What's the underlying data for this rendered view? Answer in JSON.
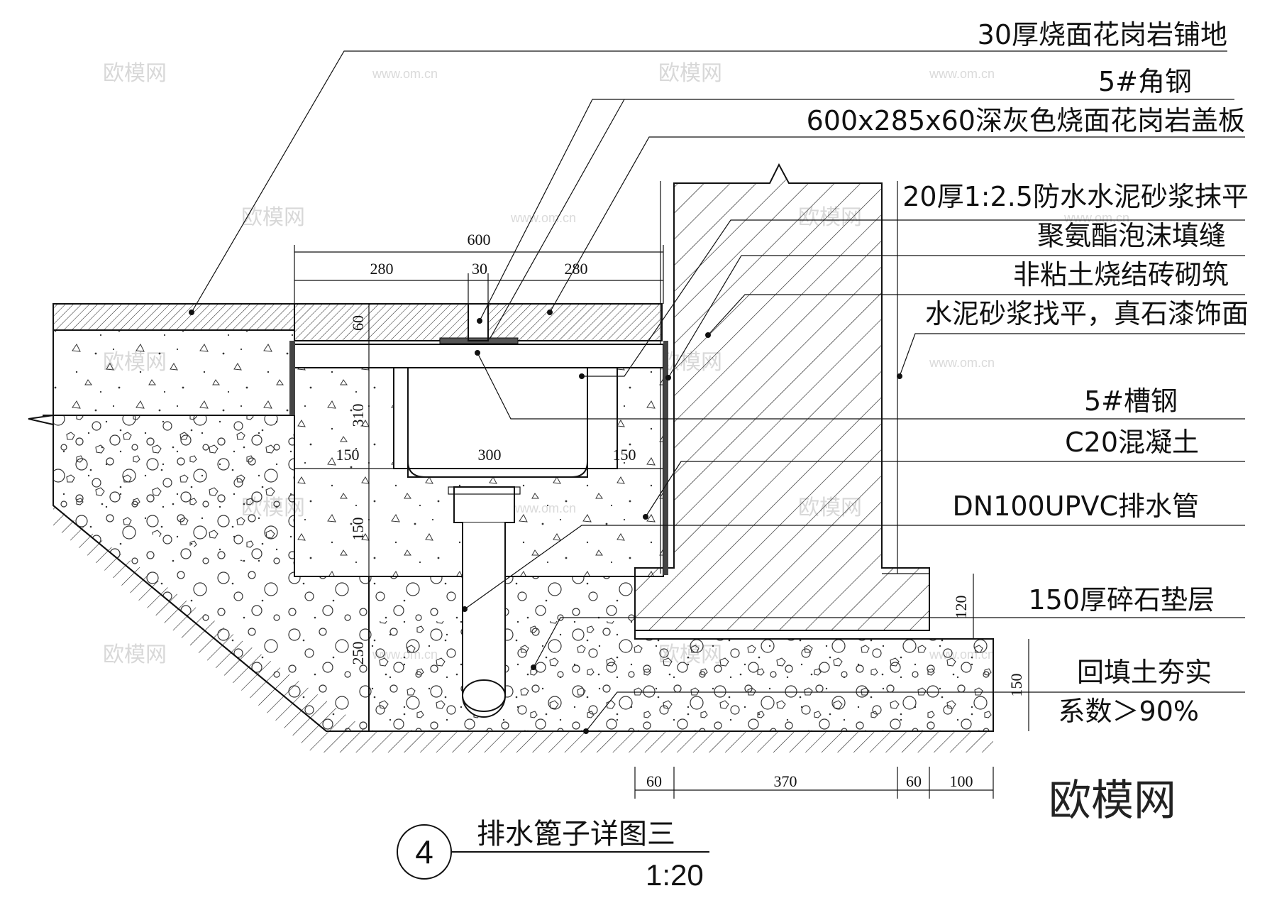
{
  "drawing": {
    "title": "排水篦子详图三",
    "scale": "1:20",
    "number": "4",
    "brand": "欧模网",
    "watermark_cn": "欧模网",
    "watermark_url": "www.om.cn"
  },
  "labels": [
    "30厚烧面花岗岩铺地",
    "5#角钢",
    "600x285x60深灰色烧面花岗岩盖板",
    "20厚1:2.5防水水泥砂浆抹平",
    "聚氨酯泡沫填缝",
    "非粘土烧结砖砌筑",
    "水泥砂浆找平，真石漆饰面",
    "5#槽钢",
    "C20混凝土",
    "DN100UPVC排水管",
    "150厚碎石垫层",
    "回填土夯实",
    "系数＞90%"
  ],
  "dimensions": {
    "top_total": "600",
    "top_left": "280",
    "top_mid": "30",
    "top_right": "280",
    "cover_thk": "60",
    "trench_depth": "310",
    "mid_left": "150",
    "mid_center": "300",
    "mid_right": "150",
    "base_thk": "150",
    "gravel_thk": "250",
    "wall_step": "120",
    "fill_thk": "150",
    "bot_a": "60",
    "bot_b": "370",
    "bot_c": "60",
    "bot_d": "100"
  }
}
